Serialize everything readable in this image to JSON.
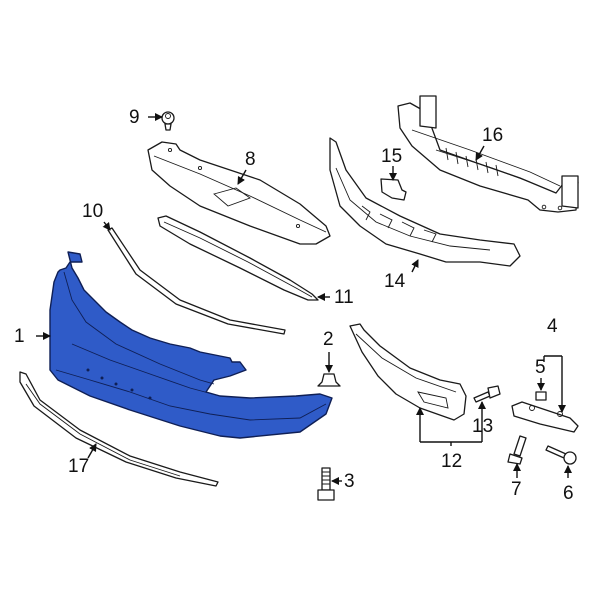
{
  "diagram": {
    "type": "exploded-parts-diagram",
    "highlight_color": "#2f5bc8",
    "line_color": "#1a1a1a",
    "background": "#ffffff",
    "highlighted_part": "1",
    "callouts": [
      {
        "id": "1",
        "label": "1"
      },
      {
        "id": "2",
        "label": "2"
      },
      {
        "id": "3",
        "label": "3"
      },
      {
        "id": "4",
        "label": "4"
      },
      {
        "id": "5",
        "label": "5"
      },
      {
        "id": "6",
        "label": "6"
      },
      {
        "id": "7",
        "label": "7"
      },
      {
        "id": "8",
        "label": "8"
      },
      {
        "id": "9",
        "label": "9"
      },
      {
        "id": "10",
        "label": "10"
      },
      {
        "id": "11",
        "label": "11"
      },
      {
        "id": "12",
        "label": "12"
      },
      {
        "id": "13",
        "label": "13"
      },
      {
        "id": "14",
        "label": "14"
      },
      {
        "id": "15",
        "label": "15"
      },
      {
        "id": "16",
        "label": "16"
      },
      {
        "id": "17",
        "label": "17"
      }
    ]
  }
}
